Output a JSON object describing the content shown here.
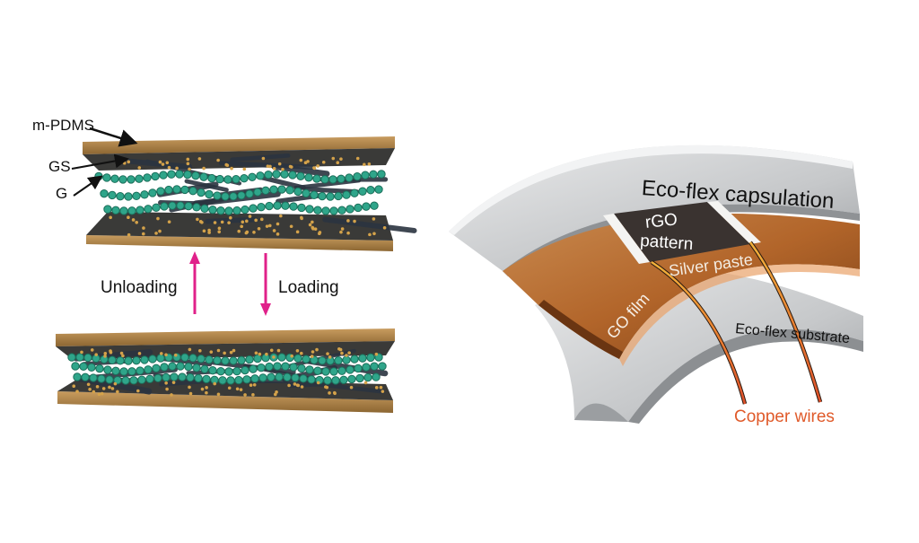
{
  "left_figure": {
    "labels": {
      "m_pdms": "m-PDMS",
      "gs": "GS",
      "g": "G",
      "unloading": "Unloading",
      "loading": "Loading"
    }
  },
  "right_figure": {
    "labels": {
      "capsulation": "Eco-flex capsulation",
      "rgo_pattern_line1": "rGO",
      "rgo_pattern_line2": "pattern",
      "silver_paste": "Silver paste",
      "go_film": "GO film",
      "substrate": "Eco-flex substrate",
      "copper_wires": "Copper wires"
    }
  },
  "colors": {
    "pdms": "#b68a50",
    "pdms_dark": "#8a6530",
    "graphene": "#2fa58a",
    "graphite_sheet": "#2b3440",
    "arrow": "#e0218a",
    "ecoflex": "#c9cbcd",
    "go_film": "#b86a2a",
    "rgo": "#3a3330",
    "copper": "#e05a2a"
  }
}
